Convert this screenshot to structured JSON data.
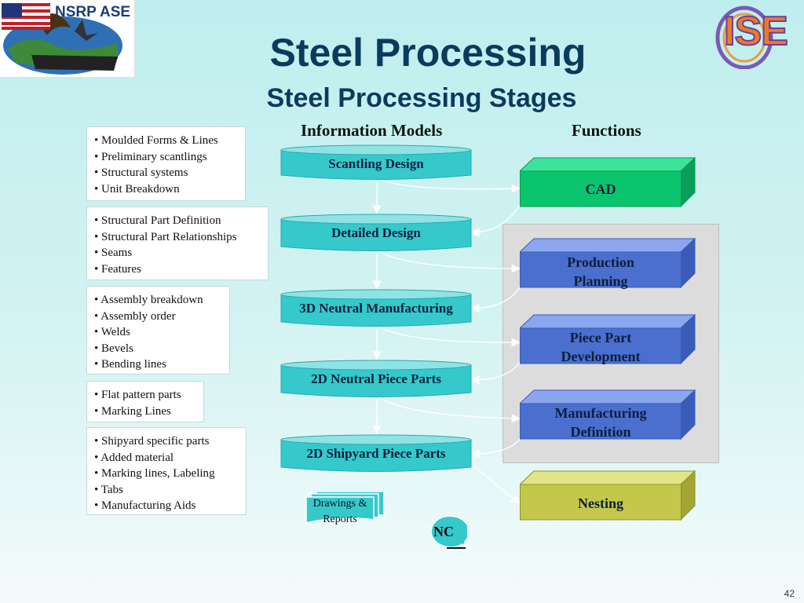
{
  "logo_left": {
    "text": "NSRP ASE"
  },
  "logo_right": {
    "text": "ISE"
  },
  "title": "Steel Processing",
  "subtitle": "Steel Processing Stages",
  "columns": {
    "models": "Information Models",
    "functions": "Functions"
  },
  "notes": [
    [
      "• Moulded Forms & Lines",
      "• Preliminary scantlings",
      "• Structural systems",
      "• Unit Breakdown"
    ],
    [
      "• Structural Part Definition",
      "• Structural Part Relationships",
      "• Seams",
      "• Features"
    ],
    [
      "• Assembly breakdown",
      "• Assembly order",
      "• Welds",
      "• Bevels",
      "• Bending lines"
    ],
    [
      "• Flat pattern parts",
      "• Marking Lines"
    ],
    [
      "• Shipyard specific parts",
      "• Added material",
      "• Marking lines,  Labeling",
      "• Tabs",
      "• Manufacturing Aids"
    ]
  ],
  "models": [
    "Scantling Design",
    "Detailed Design",
    "3D Neutral Manufacturing",
    "2D Neutral Piece Parts",
    "2D Shipyard Piece Parts"
  ],
  "functions": {
    "cad": "CAD",
    "production_planning": [
      "Production",
      "Planning"
    ],
    "piece_part": [
      "Piece Part",
      "Development"
    ],
    "manufacturing": [
      "Manufacturing",
      "Definition"
    ],
    "nesting": "Nesting"
  },
  "drawings": [
    "Drawings &",
    "Reports"
  ],
  "nc": "NC",
  "page_number": "42",
  "colors": {
    "title": "#0b3a5e",
    "cylinder": "#35c9cc",
    "cad": "#0bc46e",
    "blue_box": "#4a6fcf",
    "nesting": "#c4c84a",
    "grey_panel": "#dcdcdc"
  }
}
